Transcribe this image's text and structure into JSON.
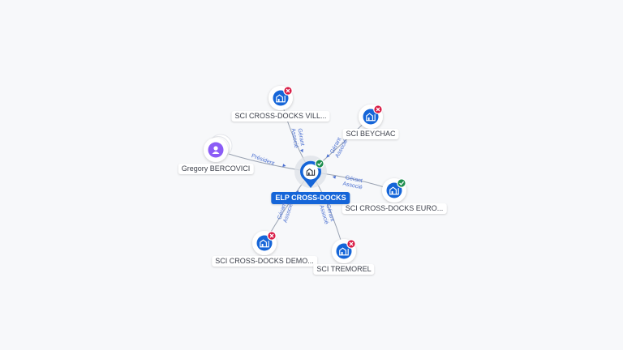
{
  "colors": {
    "company": "#1565d8",
    "person": "#8b5cf6",
    "active": "#1e8e4e",
    "closed": "#d81b45",
    "edge": "#9aa3b2",
    "edge_label": "#4a6fd1"
  },
  "center": {
    "id": "elp",
    "label": "ELP CROSS-DOCKS",
    "icon": "building-icon",
    "status": "active"
  },
  "nodes": [
    {
      "id": "scivill",
      "label": "SCI CROSS-DOCKS VILL...",
      "type": "company",
      "status": "closed",
      "icon": "building-icon"
    },
    {
      "id": "beychac",
      "label": "SCI BEYCHAC",
      "type": "company",
      "status": "closed",
      "icon": "building-icon"
    },
    {
      "id": "gregory",
      "label": "Gregory BERCOVICI",
      "type": "person",
      "status": "",
      "icon": "person-icon"
    },
    {
      "id": "euro",
      "label": "SCI CROSS-DOCKS EURO...",
      "type": "company",
      "status": "active",
      "icon": "building-icon"
    },
    {
      "id": "demo",
      "label": "SCI CROSS-DOCKS DEMO...",
      "type": "company",
      "status": "closed",
      "icon": "building-icon"
    },
    {
      "id": "tremorel",
      "label": "SCI TREMOREL",
      "type": "company",
      "status": "closed",
      "icon": "building-icon"
    }
  ],
  "edges": [
    {
      "to": "scivill",
      "lines": [
        "Gérant",
        "Associé"
      ]
    },
    {
      "to": "beychac",
      "lines": [
        "Gérant",
        "Associé"
      ]
    },
    {
      "to": "gregory",
      "lines": [
        "Président"
      ]
    },
    {
      "to": "euro",
      "lines": [
        "Gérant",
        "Associé"
      ]
    },
    {
      "to": "demo",
      "lines": [
        "Gérant",
        "Associé"
      ]
    },
    {
      "to": "tremorel",
      "lines": [
        "Gérant",
        "Associé"
      ]
    }
  ]
}
